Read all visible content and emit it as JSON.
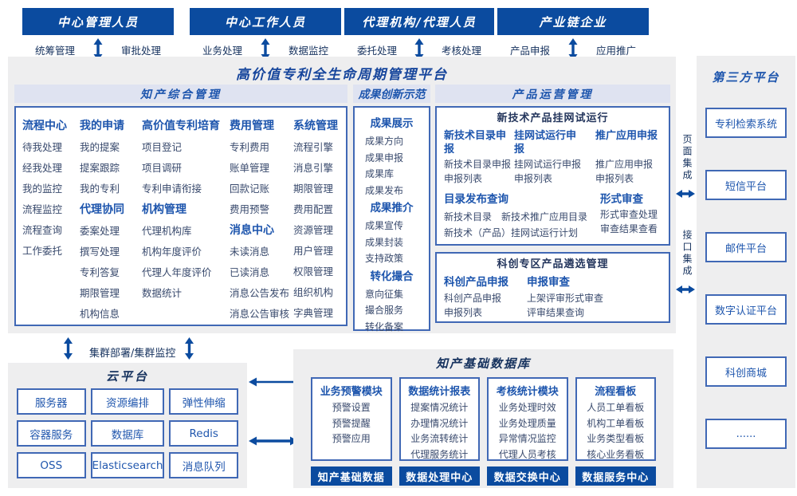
{
  "colors": {
    "primary": "#0b4b9f",
    "panel": "#eeeeef",
    "bar": "#dfe3f1",
    "border": "#4068b5",
    "heading": "#1d55ad",
    "item": "#394a6d",
    "dark": "#16325e"
  },
  "icons": {
    "vertical_double_arrow": "⬍",
    "horizontal_double_arrow": "⬌",
    "left_arrow": "←"
  },
  "platform_title": "高价值专利全生命周期管理平台",
  "actors": [
    {
      "title": "中心管理人员",
      "left": "统筹管理",
      "right": "审批处理"
    },
    {
      "title": "中心工作人员",
      "left": "业务处理",
      "right": "数据监控"
    },
    {
      "title": "代理机构/代理人员",
      "left": "委托处理",
      "right": "考核处理"
    },
    {
      "title": "产业链企业",
      "left": "产品申报",
      "right": "应用推广"
    }
  ],
  "comp": {
    "title": "知产综合管理",
    "cols": [
      {
        "g": [
          {
            "h": "流程中心",
            "items": [
              "待我处理",
              "经我处理",
              "我的监控",
              "流程监控",
              "流程查询",
              "工作委托"
            ]
          }
        ]
      },
      {
        "g": [
          {
            "h": "我的申请",
            "items": [
              "我的提案",
              "提案跟踪",
              "我的专利"
            ]
          },
          {
            "h": "代理协同",
            "items": [
              "委案处理",
              "撰写处理",
              "专利答复",
              "期限管理",
              "机构信息"
            ]
          }
        ]
      },
      {
        "g": [
          {
            "h": "高价值专利培育",
            "items": [
              "项目登记",
              "项目调研",
              "专利申请衔接"
            ]
          },
          {
            "h": "机构管理",
            "items": [
              "代理机构库",
              "机构年度评价",
              "代理人年度评价",
              "数据统计"
            ]
          }
        ]
      },
      {
        "g": [
          {
            "h": "费用管理",
            "items": [
              "专利费用",
              "账单管理",
              "回款记账",
              "费用预警"
            ]
          },
          {
            "h": "消息中心",
            "items": [
              "未读消息",
              "已读消息",
              "消息公告发布",
              "消息公告审核"
            ]
          }
        ]
      },
      {
        "g": [
          {
            "h": "系统管理",
            "items": [
              "流程引擎",
              "消息引擎",
              "期限管理",
              "费用配置",
              "资源管理",
              "用户管理",
              "权限管理",
              "组织机构",
              "字典管理"
            ]
          }
        ]
      }
    ]
  },
  "inv": {
    "title": "成果创新示范",
    "groups": [
      {
        "h": "成果展示",
        "items": [
          "成果方向",
          "成果申报",
          "成果库",
          "成果发布"
        ]
      },
      {
        "h": "成果推介",
        "items": [
          "成果宣传",
          "成果封装",
          "支持政策"
        ]
      },
      {
        "h": "转化撮合",
        "items": [
          "意向征集",
          "撮合服务",
          "转化备案"
        ]
      }
    ]
  },
  "op": {
    "title": "产品运营管理",
    "trial": {
      "title": "新技术产品挂网试运行",
      "cols": [
        {
          "h": "新技术目录申报",
          "items": [
            "新技术目录申报",
            "申报列表"
          ]
        },
        {
          "h": "挂网试运行申报",
          "items": [
            "挂网试运行申报",
            "申报列表"
          ]
        },
        {
          "h": "推广应用申报",
          "items": [
            "推广应用申报",
            "申报列表"
          ]
        }
      ],
      "catalog": {
        "h": "目录发布查询",
        "items": [
          "新技术目录",
          "新技术推广应用目录",
          "新技术（产品）挂网试运行计划"
        ]
      },
      "review": {
        "h": "形式审查",
        "items": [
          "形式审查处理",
          "审查结果查看"
        ]
      }
    },
    "selection": {
      "title": "科创专区产品遴选管理",
      "cols": [
        {
          "h": "科创产品申报",
          "items": [
            "科创产品申报",
            "申报列表"
          ]
        },
        {
          "h": "申报审查",
          "items": [
            "上架评审形式审查",
            "评审结果查询"
          ]
        }
      ]
    }
  },
  "labels": {
    "cluster": "集群部署/集群监控",
    "page_integration": "页面集成",
    "interface_integration": "接口集成"
  },
  "third_party": {
    "title": "第三方平台",
    "items": [
      "专利检索系统",
      "短信平台",
      "邮件平台",
      "数字认证平台",
      "科创商城",
      "......"
    ]
  },
  "cloud": {
    "title": "云平台",
    "items": [
      "服务器",
      "资源编排",
      "弹性伸缩",
      "容器服务",
      "数据库",
      "Redis",
      "OSS",
      "Elasticsearch",
      "消息队列"
    ]
  },
  "db": {
    "title": "知产基础数据库",
    "modules": [
      {
        "h": "业务预警模块",
        "items": [
          "预警设置",
          "预警提醒",
          "预警应用"
        ]
      },
      {
        "h": "数据统计报表",
        "items": [
          "提案情况统计",
          "办理情况统计",
          "业务流转统计",
          "代理服务统计"
        ]
      },
      {
        "h": "考核统计模块",
        "items": [
          "业务处理时效",
          "业务处理质量",
          "异常情况监控",
          "代理人员考核"
        ]
      },
      {
        "h": "流程看板",
        "items": [
          "人员工单看板",
          "机构工单看板",
          "业务类型看板",
          "核心业务看板"
        ]
      }
    ],
    "centers": [
      "知产基础数据",
      "数据处理中心",
      "数据交换中心",
      "数据服务中心"
    ]
  }
}
